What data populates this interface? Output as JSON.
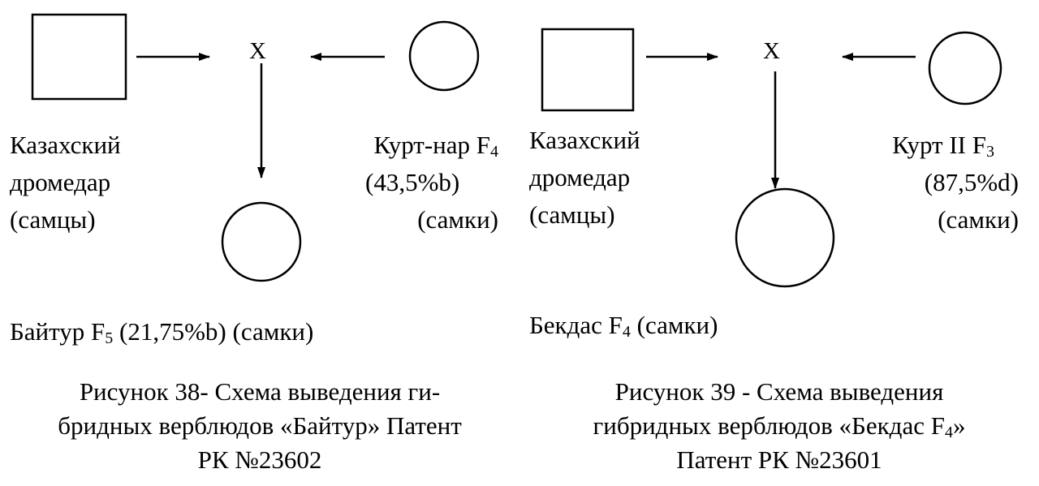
{
  "figure38": {
    "cross_symbol": "X",
    "male_parent": {
      "lines": [
        "Казахский",
        "дромедар",
        "(самцы)"
      ]
    },
    "female_parent": {
      "name": "Курт-нар F",
      "subscript": "4",
      "share": "(43,5%b)",
      "sex": "(самки)"
    },
    "offspring": {
      "name": "Байтур F",
      "subscript": "5",
      "rest": " (21,75%b) (самки)"
    },
    "caption": {
      "line1": "Рисунок 38- Схема выведения ги-",
      "line2": "бридных верблюдов «Байтур» Патент",
      "line3": "РК №23602"
    }
  },
  "figure39": {
    "cross_symbol": "X",
    "male_parent": {
      "lines": [
        "Казахский",
        "дромедар",
        "(самцы)"
      ]
    },
    "female_parent": {
      "name": "Курт II F",
      "subscript": "3",
      "share": "(87,5%d)",
      "sex": "(самки)"
    },
    "offspring": {
      "name": "Бекдас F",
      "subscript": "4",
      "rest": " (самки)"
    },
    "caption": {
      "line1": "Рисунок 39 - Схема выведения",
      "line2_pre": "гибридных верблюдов «Бекдас F",
      "line2_sub": "4",
      "line2_post": "»",
      "line3": "Патент РК №23601"
    }
  }
}
